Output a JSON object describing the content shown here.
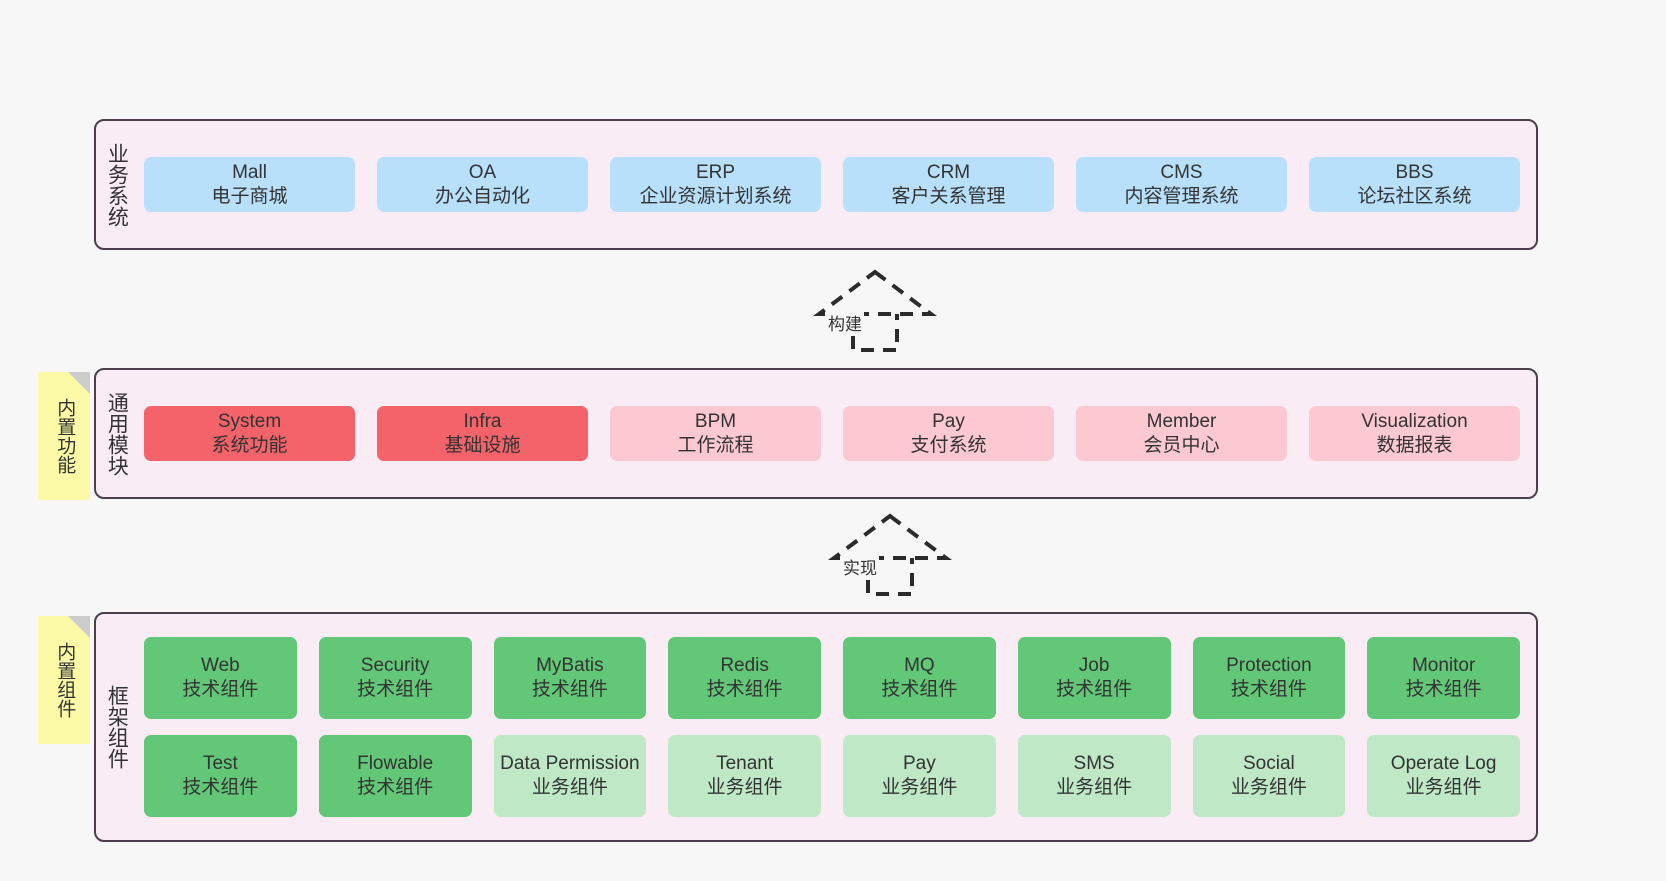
{
  "canvas": {
    "background": "#f7f7f7",
    "frame_border_color": "#4a3f4a",
    "frame_background": "#f9ecf5"
  },
  "layers": [
    {
      "id": "business-system",
      "title": "业务系统",
      "side_tag": null,
      "box_color": "#b8e0fb",
      "rows": [
        {
          "nodes": [
            {
              "en": "Mall",
              "cn": "电子商城",
              "color": "blue"
            },
            {
              "en": "OA",
              "cn": "办公自动化",
              "color": "blue"
            },
            {
              "en": "ERP",
              "cn": "企业资源计划系统",
              "color": "blue"
            },
            {
              "en": "CRM",
              "cn": "客户关系管理",
              "color": "blue"
            },
            {
              "en": "CMS",
              "cn": "内容管理系统",
              "color": "blue"
            },
            {
              "en": "BBS",
              "cn": "论坛社区系统",
              "color": "blue"
            }
          ]
        }
      ]
    },
    {
      "id": "common-module",
      "title": "通用模块",
      "side_tag": "内置功能",
      "rows": [
        {
          "nodes": [
            {
              "en": "System",
              "cn": "系统功能",
              "color": "red"
            },
            {
              "en": "Infra",
              "cn": "基础设施",
              "color": "red"
            },
            {
              "en": "BPM",
              "cn": "工作流程",
              "color": "pink"
            },
            {
              "en": "Pay",
              "cn": "支付系统",
              "color": "pink"
            },
            {
              "en": "Member",
              "cn": "会员中心",
              "color": "pink"
            },
            {
              "en": "Visualization",
              "cn": "数据报表",
              "color": "pink"
            }
          ]
        }
      ]
    },
    {
      "id": "framework-component",
      "title": "框架组件",
      "side_tag": "内置组件",
      "rows": [
        {
          "nodes": [
            {
              "en": "Web",
              "cn": "技术组件",
              "color": "green"
            },
            {
              "en": "Security",
              "cn": "技术组件",
              "color": "green"
            },
            {
              "en": "MyBatis",
              "cn": "技术组件",
              "color": "green"
            },
            {
              "en": "Redis",
              "cn": "技术组件",
              "color": "green"
            },
            {
              "en": "MQ",
              "cn": "技术组件",
              "color": "green"
            },
            {
              "en": "Job",
              "cn": "技术组件",
              "color": "green"
            },
            {
              "en": "Protection",
              "cn": "技术组件",
              "color": "green"
            },
            {
              "en": "Monitor",
              "cn": "技术组件",
              "color": "green"
            }
          ]
        },
        {
          "nodes": [
            {
              "en": "Test",
              "cn": "技术组件",
              "color": "green"
            },
            {
              "en": "Flowable",
              "cn": "技术组件",
              "color": "green"
            },
            {
              "en": "Data Permission",
              "cn": "业务组件",
              "color": "lgreen"
            },
            {
              "en": "Tenant",
              "cn": "业务组件",
              "color": "lgreen"
            },
            {
              "en": "Pay",
              "cn": "业务组件",
              "color": "lgreen"
            },
            {
              "en": "SMS",
              "cn": "业务组件",
              "color": "lgreen"
            },
            {
              "en": "Social",
              "cn": "业务组件",
              "color": "lgreen"
            },
            {
              "en": "Operate Log",
              "cn": "业务组件",
              "color": "lgreen"
            }
          ]
        }
      ]
    }
  ],
  "connectors": [
    {
      "id": "build",
      "label": "构建",
      "style": "dashed-generalization"
    },
    {
      "id": "implement",
      "label": "实现",
      "style": "dashed-generalization"
    }
  ],
  "colors": {
    "blue": "#b8e0fb",
    "red": "#f4636a",
    "pink": "#fcc9d2",
    "green": "#62c877",
    "light_green": "#bfe8c6",
    "sticky_yellow": "#fcfaa6",
    "frame_bg": "#f9ecf5",
    "frame_border": "#4a3f4a",
    "page_bg": "#f7f7f7",
    "text": "#333333"
  }
}
